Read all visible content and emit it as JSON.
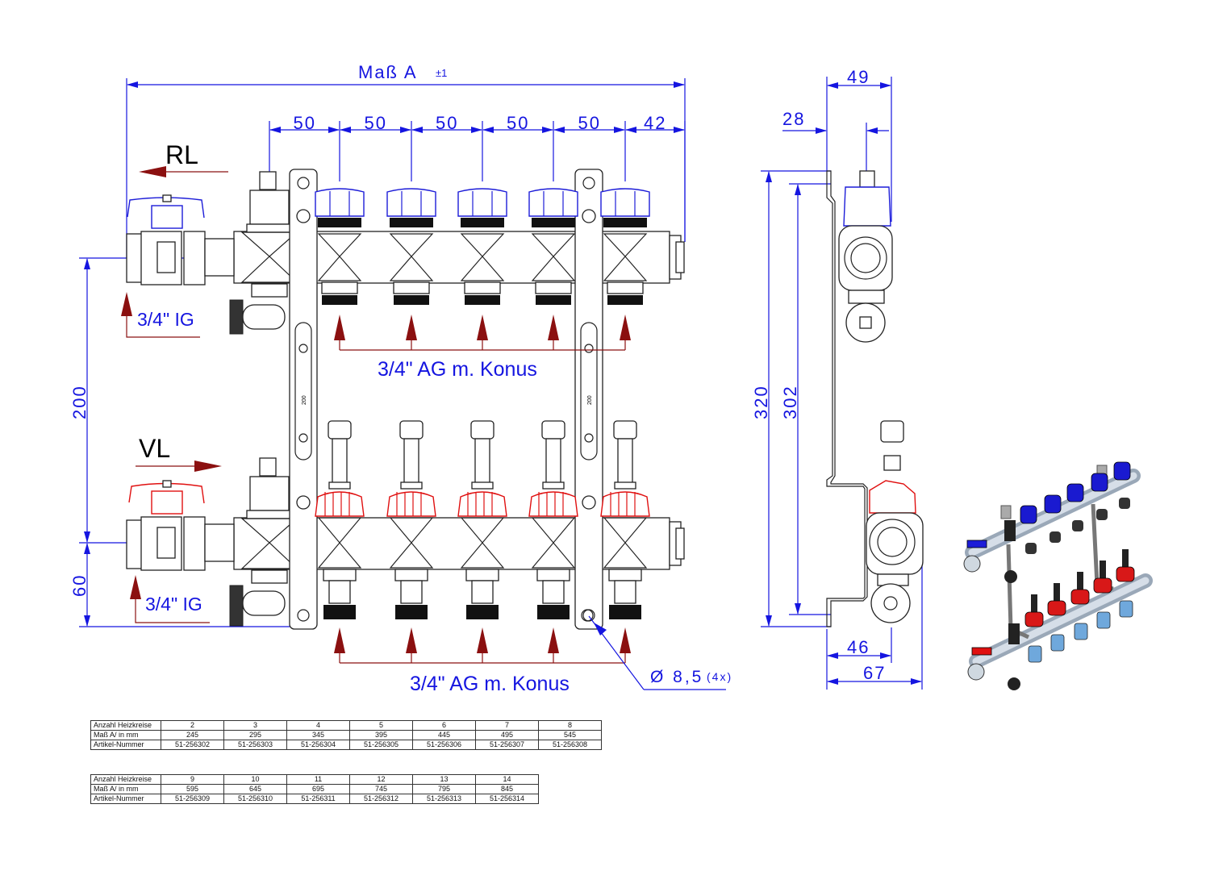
{
  "drawing": {
    "title_dimension": "Maß A",
    "title_tolerance": "±1",
    "spacing_dims": [
      "50",
      "50",
      "50",
      "50",
      "50",
      "42"
    ],
    "return_label": "RL",
    "flow_label": "VL",
    "inlet_thread_return": "3/4\" IG",
    "inlet_thread_flow": "3/4\" IG",
    "outlet_thread_top": "3/4\" AG m. Konus",
    "outlet_thread_bottom": "3/4\" AG m. Konus",
    "height_dim": "200",
    "bottom_offset_dim": "60",
    "bracket_scale_label": "200",
    "hole_dim": "Ø 8,5",
    "hole_count": "(4x)",
    "circuits_drawn": 5
  },
  "side_view": {
    "width_top": "49",
    "offset_top": "28",
    "height_total": "320",
    "height_inner": "302",
    "depth_small": "46",
    "depth_total": "67"
  },
  "colors": {
    "dimension": "#1515e0",
    "return_cap": "#1d1dd8",
    "flow_cap": "#e01010",
    "arrow": "#8b1010"
  },
  "tables": [
    {
      "rows": [
        {
          "label": "Anzahl Heizkreise",
          "values": [
            "2",
            "3",
            "4",
            "5",
            "6",
            "7",
            "8"
          ]
        },
        {
          "label": "Maß A/ in mm",
          "values": [
            "245",
            "295",
            "345",
            "395",
            "445",
            "495",
            "545"
          ]
        },
        {
          "label": "Artikel-Nummer",
          "values": [
            "51-256302",
            "51-256303",
            "51-256304",
            "51-256305",
            "51-256306",
            "51-256307",
            "51-256308"
          ]
        }
      ]
    },
    {
      "rows": [
        {
          "label": "Anzahl Heizkreise",
          "values": [
            "9",
            "10",
            "11",
            "12",
            "13",
            "14"
          ]
        },
        {
          "label": "Maß A/ in mm",
          "values": [
            "595",
            "645",
            "695",
            "745",
            "795",
            "845"
          ]
        },
        {
          "label": "Artikel-Nummer",
          "values": [
            "51-256309",
            "51-256310",
            "51-256311",
            "51-256312",
            "51-256313",
            "51-256314"
          ]
        }
      ]
    }
  ]
}
